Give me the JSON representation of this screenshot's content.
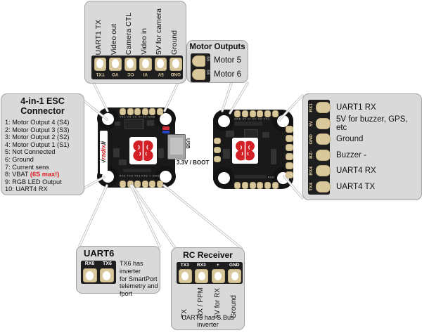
{
  "camera_callout": {
    "pin_labels": [
      "UART1 TX",
      "Video out",
      "Camera CTL",
      "Video in",
      "5V for camera",
      "Ground"
    ],
    "pad_labels": [
      "TX1",
      "VO",
      "CC",
      "VI",
      "5V",
      "GND"
    ]
  },
  "motor_callout": {
    "title": "Motor Outputs",
    "pad_labels": [
      "S5",
      "S6"
    ],
    "pin_labels": [
      "Motor 5",
      "Motor 6"
    ]
  },
  "esc_callout": {
    "title_line1": "4-in-1 ESC",
    "title_line2": "Connector",
    "pin1": "1: Motor Output 4 (S4)",
    "pin2": "2: Motor Output 3 (S3)",
    "pin3": "3: Motor Output 2 (S2)",
    "pin4": "4: Motor Output 1 (S1)",
    "pin5": "5: Not Connected",
    "pin6": "6: Ground",
    "pin7": "7: Current sens",
    "pin8_pre": "8: VBAT ",
    "pin8_warn": "(6S max!)",
    "pin9": "9: RGB LED Output",
    "pin10": "10: UART4 RX"
  },
  "uart_callout": {
    "pad_labels": [
      "RX1",
      "5V",
      "GND",
      "BZ-",
      "RX4",
      "TX4"
    ],
    "pin_labels": [
      "UART1 RX",
      "5V for buzzer, GPS, etc",
      "Ground",
      "Buzzer -",
      "UART4 RX",
      "UART4 TX"
    ]
  },
  "uart6_callout": {
    "title": "UART6",
    "pad_labels": [
      "RX6",
      "TX6"
    ],
    "note": "TX6 has inverter\nfor SmartPort\ntelemetry and\nfport"
  },
  "rc_callout": {
    "title": "RC Receiver",
    "pad_labels": [
      "TX3",
      "RX3",
      "+",
      "GND"
    ],
    "pin_labels": [
      "TX",
      "RX / PPM",
      "5V for RX",
      "Ground"
    ],
    "note": "UART3 has S.Bus inverter"
  },
  "board_front": {
    "logo_check": "√",
    "logo_red": "radix",
    "logo_black": "li",
    "usb_label": "USB",
    "boot_label": "3.3V / BOOT",
    "silk_top": "TX1 VO CC VI 5V GND",
    "silk_bottom": "RX6 TX6 TX3 RX3 + GND"
  },
  "board_back": {
    "silk_top": "GND 5V VI CC VO TX1",
    "silk_bottom": "GND + RX3 TX3 TX6 RX6"
  },
  "colors": {
    "accent_red": "#d31f26",
    "warning_red": "#e21d25",
    "pad_gold": "#d9c89c",
    "callout_gray": "#d9d9d9",
    "board_black": "#191919"
  }
}
